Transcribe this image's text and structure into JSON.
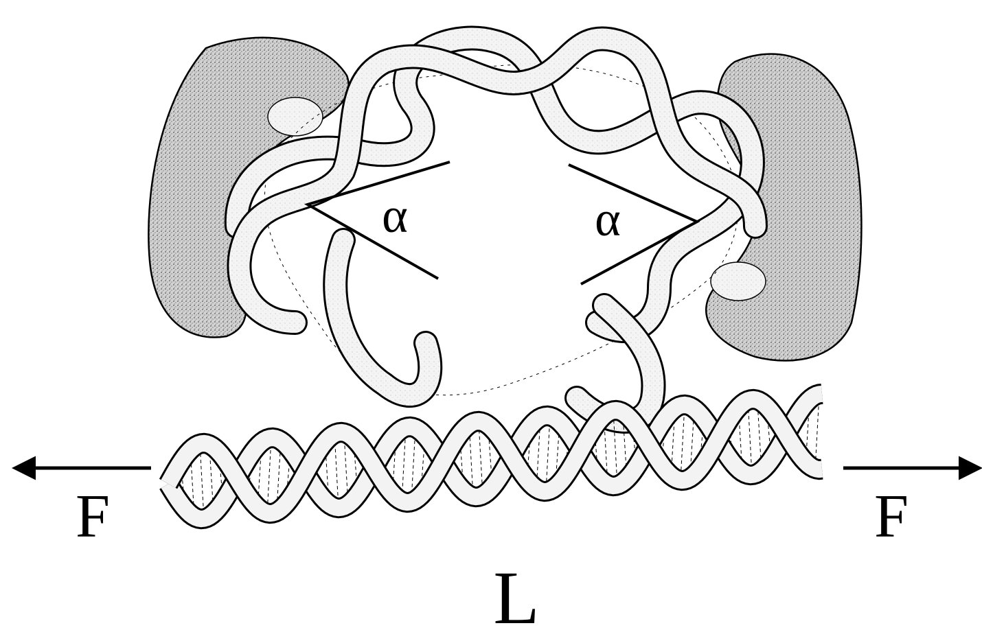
{
  "labels": {
    "angle_left": "α",
    "angle_right": "α",
    "force_left": "F",
    "force_right": "F",
    "length": "L"
  },
  "colors": {
    "ink": "#000000",
    "paper": "#ffffff",
    "protein_fill": "#c9c9c9",
    "strand_fill": "#f1f1f1"
  },
  "icons": {
    "force_left_arrow": "arrow-left-icon",
    "force_right_arrow": "arrow-right-icon"
  }
}
